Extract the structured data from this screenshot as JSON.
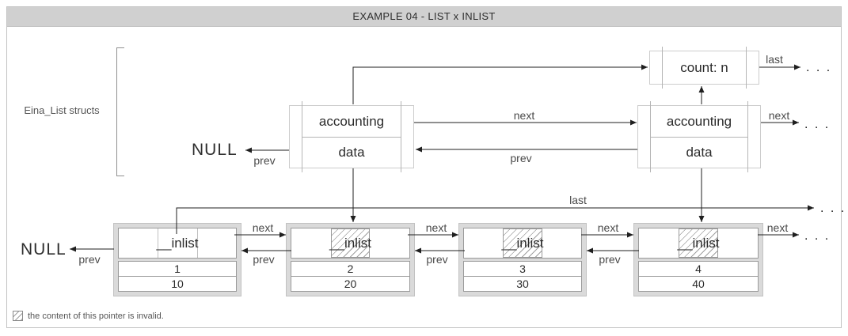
{
  "title": "EXAMPLE 04 - LIST x INLIST",
  "left_bracket_label": "Eina_List structs",
  "labels": {
    "next": "next",
    "prev": "prev",
    "last": "last",
    "null": "NULL",
    "ellipsis": ". . ."
  },
  "count_box": {
    "text": "count: n"
  },
  "eina_list_nodes": [
    {
      "row1": "accounting",
      "row2": "data"
    },
    {
      "row1": "accounting",
      "row2": "data"
    }
  ],
  "inlist_nodes": [
    {
      "member": "__inlist",
      "value1": "1",
      "value2": "10",
      "invalid_last": false
    },
    {
      "member": "__inlist",
      "value1": "2",
      "value2": "20",
      "invalid_last": true
    },
    {
      "member": "__inlist",
      "value1": "3",
      "value2": "30",
      "invalid_last": true
    },
    {
      "member": "__inlist",
      "value1": "4",
      "value2": "40",
      "invalid_last": true
    }
  ],
  "legend": {
    "text": "the content of this pointer is invalid."
  },
  "colors": {
    "title_bar_bg": "#d0d0d0",
    "frame_border": "#c3c3c3",
    "box_border_light": "#cccccc",
    "inlist_border": "#dadada",
    "cell_border": "#9a9a9a",
    "arrow": "#1f1f1f",
    "label_text": "#4a4a4a",
    "text_dark": "#2b2b2b"
  }
}
